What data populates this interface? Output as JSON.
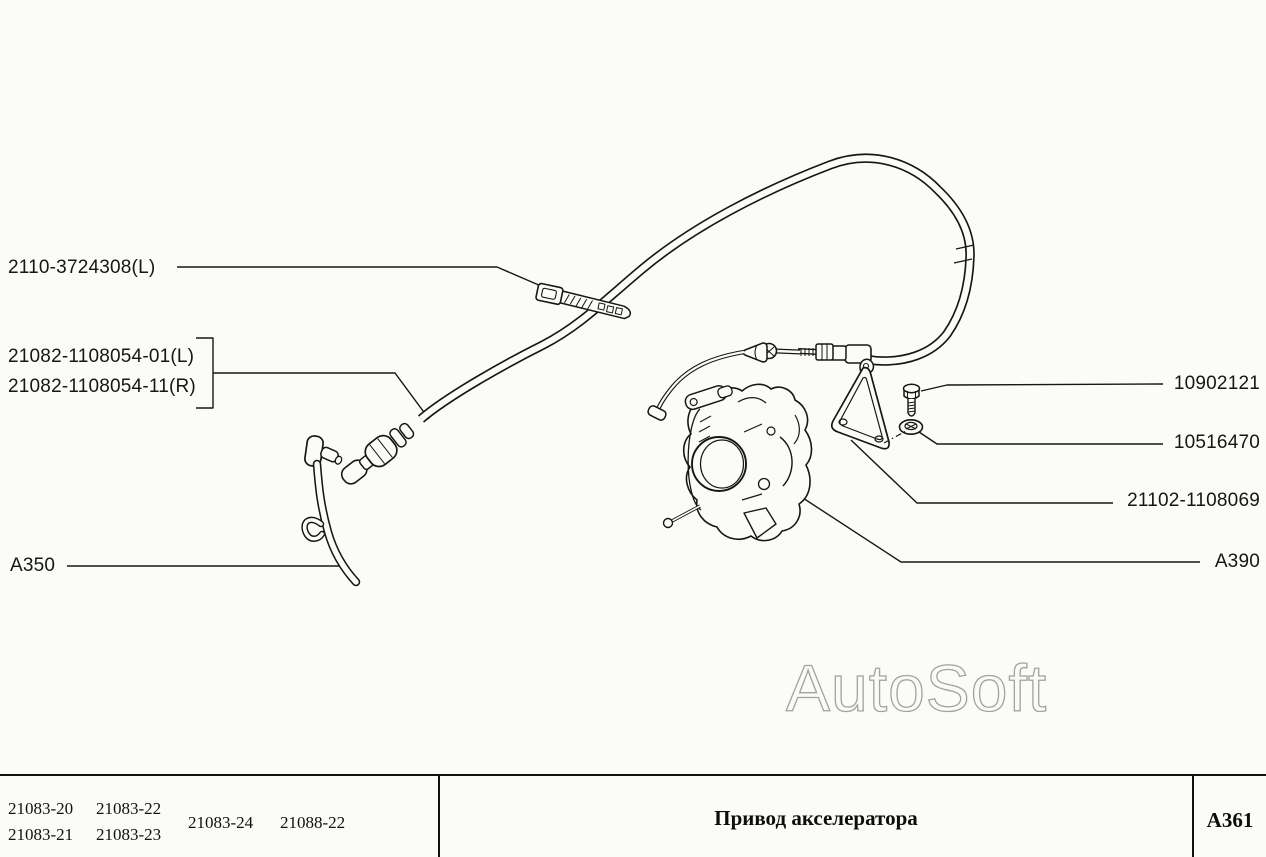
{
  "diagram": {
    "watermark": "AutoSoft",
    "part_labels": {
      "left": [
        {
          "label": "2110-3724308(L)"
        },
        {
          "label": "21082-1108054-01(L)"
        },
        {
          "label": "21082-1108054-11(R)"
        },
        {
          "label": "A350"
        }
      ],
      "right": [
        {
          "label": "10902121"
        },
        {
          "label": "10516470"
        },
        {
          "label": "21102-1108069"
        },
        {
          "label": "A390"
        }
      ]
    }
  },
  "footer": {
    "applicable_models": [
      "21083-20",
      "21083-21",
      "21083-22",
      "21083-23",
      "21083-24",
      "21088-22"
    ],
    "section_title": "Привод акселератора",
    "page_code": "A361"
  }
}
